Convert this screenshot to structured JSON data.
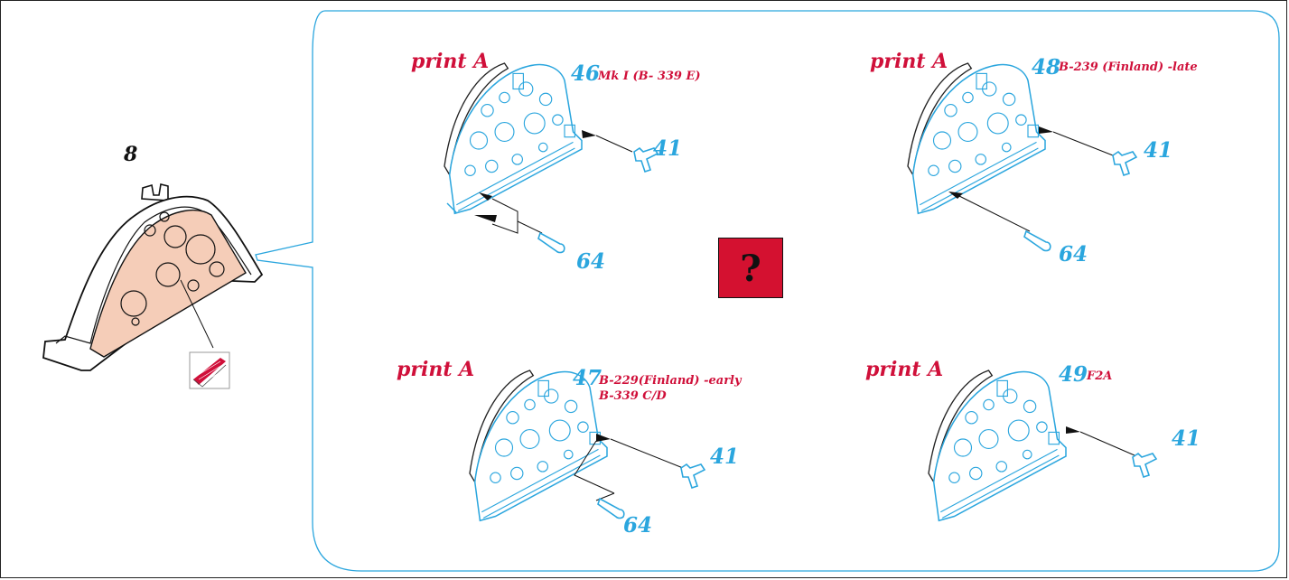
{
  "step": "8",
  "colors": {
    "print": "#d0103a",
    "part": "#2ba6de",
    "callout": "#2ba6de",
    "decal": "#f5cdb8"
  },
  "variants": [
    {
      "print": "print A",
      "part": "46",
      "label": "Mk I (B- 339 E)",
      "parts": [
        "41",
        "64"
      ]
    },
    {
      "print": "print A",
      "part": "48",
      "label": "B-239 (Finland) -late",
      "parts": [
        "41",
        "64"
      ]
    },
    {
      "print": "print A",
      "part": "47",
      "label": "B-229(Finland) -early",
      "label2": "B-339 C/D",
      "parts": [
        "41",
        "64"
      ]
    },
    {
      "print": "print A",
      "part": "49",
      "label": "F2A",
      "parts": [
        "41"
      ]
    }
  ],
  "help_icon": "?",
  "icons": {
    "decal": "decal-sheet-icon",
    "help": "question-mark-icon"
  }
}
